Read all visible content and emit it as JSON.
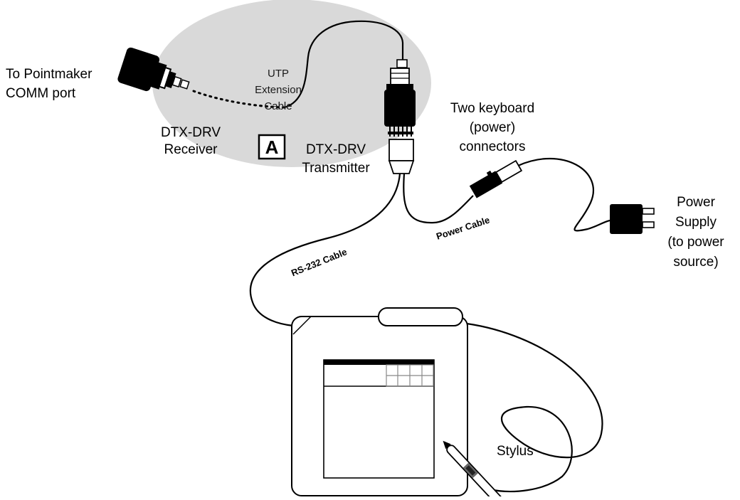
{
  "diagram": {
    "colors": {
      "highlight": "#d9d9d9",
      "device": "#000000",
      "outline": "#000000",
      "background": "#ffffff"
    },
    "badge": "A",
    "labels": {
      "pointmaker_line1": "To Pointmaker",
      "pointmaker_line2": "COMM port",
      "utp_line1": "UTP",
      "utp_line2": "Extension",
      "utp_line3": "Cable",
      "receiver_line1": "DTX-DRV",
      "receiver_line2": "Receiver",
      "transmitter_line1": "DTX-DRV",
      "transmitter_line2": "Transmitter",
      "keyboard_line1": "Two keyboard",
      "keyboard_line2": "(power)",
      "keyboard_line3": "connectors",
      "power_line1": "Power",
      "power_line2": "Supply",
      "power_line3": "(to power",
      "power_line4": "source)",
      "rs232_cable": "RS-232 Cable",
      "power_cable": "Power Cable",
      "stylus": "Stylus"
    },
    "icons": {
      "receiver": "db9-connector-icon",
      "transmitter": "db9-transmitter-icon",
      "keyboard_connector": "keyboard-connector-icon",
      "power_plug": "power-plug-icon",
      "tablet": "graphics-tablet-icon",
      "stylus": "stylus-pen-icon"
    }
  }
}
